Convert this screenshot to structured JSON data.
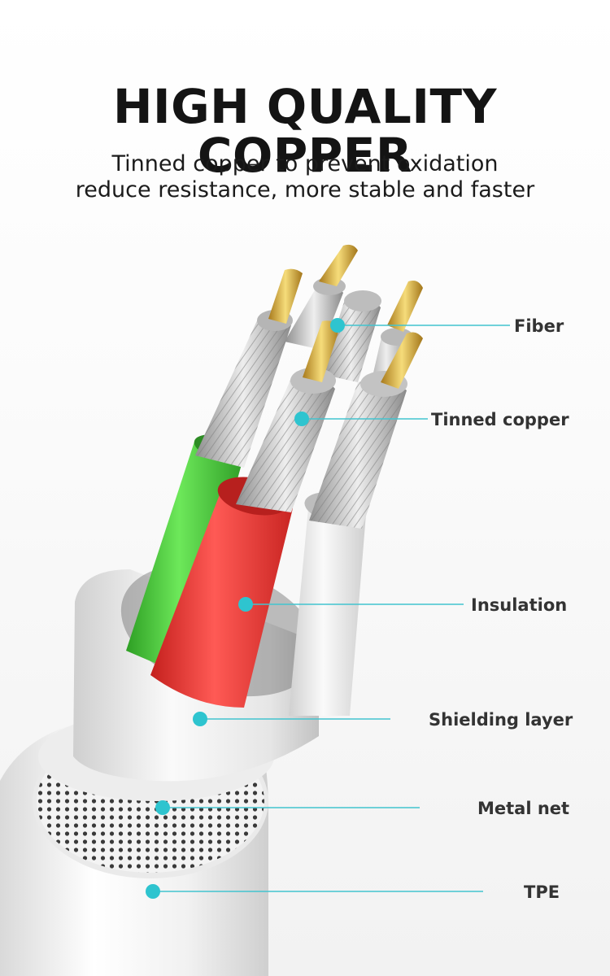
{
  "header": {
    "title_line1": "HIGH QUALITY",
    "title_line2": "COPPER",
    "subtitle_line1": "Tinned copper to prevent oxidation",
    "subtitle_line2": "reduce resistance, more stable and faster"
  },
  "callouts": [
    {
      "label": "Fiber"
    },
    {
      "label": "Tinned copper"
    },
    {
      "label": "Insulation"
    },
    {
      "label": "Shielding layer"
    },
    {
      "label": "Metal net"
    },
    {
      "label": "TPE"
    }
  ],
  "colors": {
    "callout_dot": "#2ec4cf",
    "insulation_green": "#43c736",
    "insulation_red": "#e8322f",
    "insulation_white": "#e9e9e9",
    "copper_tip": "#d8b24a"
  }
}
